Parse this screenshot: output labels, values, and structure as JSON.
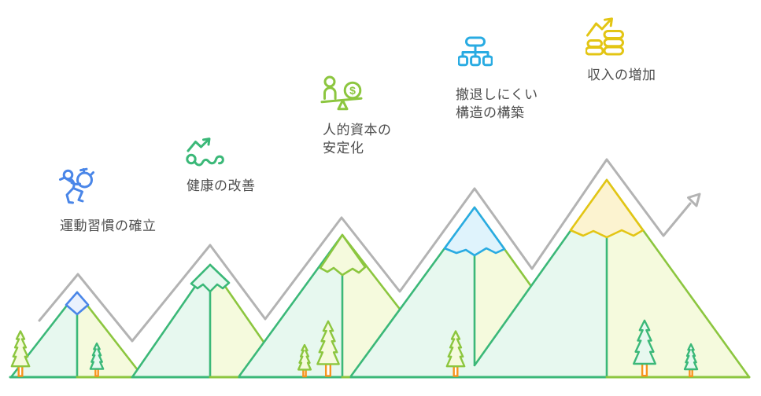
{
  "palette": {
    "gray": "#b3b3b3",
    "green": "#3bb878",
    "mint": "#e7f8ef",
    "yellow-green": "#8cc63f",
    "light-yellow": "#f5fadd",
    "blue": "#4a86e8",
    "light-blue": "#e9f1fd",
    "cyan": "#29abe2",
    "light-cyan": "#dff3fc",
    "gold": "#e3c514",
    "light-gold": "#fcf3d0",
    "orange": "#f7941d",
    "text": "#4d4d4d"
  },
  "steps": [
    {
      "id": "exercise-habit",
      "icon": "runner-stopwatch-icon",
      "color": "#4a86e8",
      "lines": [
        "運動習慣の確立"
      ]
    },
    {
      "id": "health-improvement",
      "icon": "situp-trend-icon",
      "color": "#3bb878",
      "lines": [
        "健康の改善"
      ]
    },
    {
      "id": "human-capital",
      "icon": "person-money-balance-icon",
      "color": "#8cc63f",
      "lines": [
        "人的資本の",
        "安定化"
      ]
    },
    {
      "id": "hard-to-quit-structure",
      "icon": "org-structure-icon",
      "color": "#29abe2",
      "lines": [
        "撤退しにくい",
        "構造の構築"
      ]
    },
    {
      "id": "income-growth",
      "icon": "coin-stacks-growth-icon",
      "color": "#e3c514",
      "lines": [
        "収入の増加"
      ]
    }
  ],
  "scene": {
    "mountain_count": 5,
    "mountain_snow_cap_colors": [
      "blue",
      "green",
      "yellow-green",
      "cyan",
      "gold"
    ],
    "tree_count": 7,
    "growth_path": "gray ascending zigzag line with arrowhead pointing up-right"
  }
}
